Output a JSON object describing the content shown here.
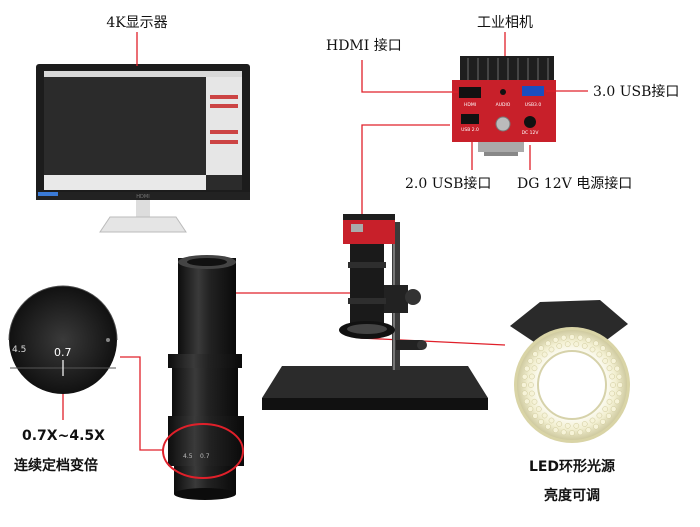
{
  "labels": {
    "monitor": "4K显示器",
    "industrial_camera": "工业相机",
    "hdmi_port": "HDMI 接口",
    "usb3_port": "3.0 USB接口",
    "usb2_port": "2.0 USB接口",
    "power_port": "DG 12V 电源接口",
    "zoom_range": "0.7X~4.5X",
    "zoom_detent": "连续定档变倍",
    "led_light": "LED环形光源",
    "brightness": "亮度可调"
  },
  "camera_ports": {
    "hdmi": "HDMI",
    "audio": "AUDIO",
    "usb3": "USB3.0",
    "usb2": "USB 2.0",
    "dc": "DC 12V"
  },
  "lens_scale": {
    "tick_a": "4.5",
    "tick_b": "0.7",
    "small_tick_a": "4.5",
    "small_tick_b": "0.7"
  },
  "monitor_brand": "HDMI",
  "colors": {
    "callout_line": "#e0202a",
    "camera_red": "#c8202a",
    "lens_black": "#1a1a1a",
    "led_ring": "#e9e6c0"
  }
}
